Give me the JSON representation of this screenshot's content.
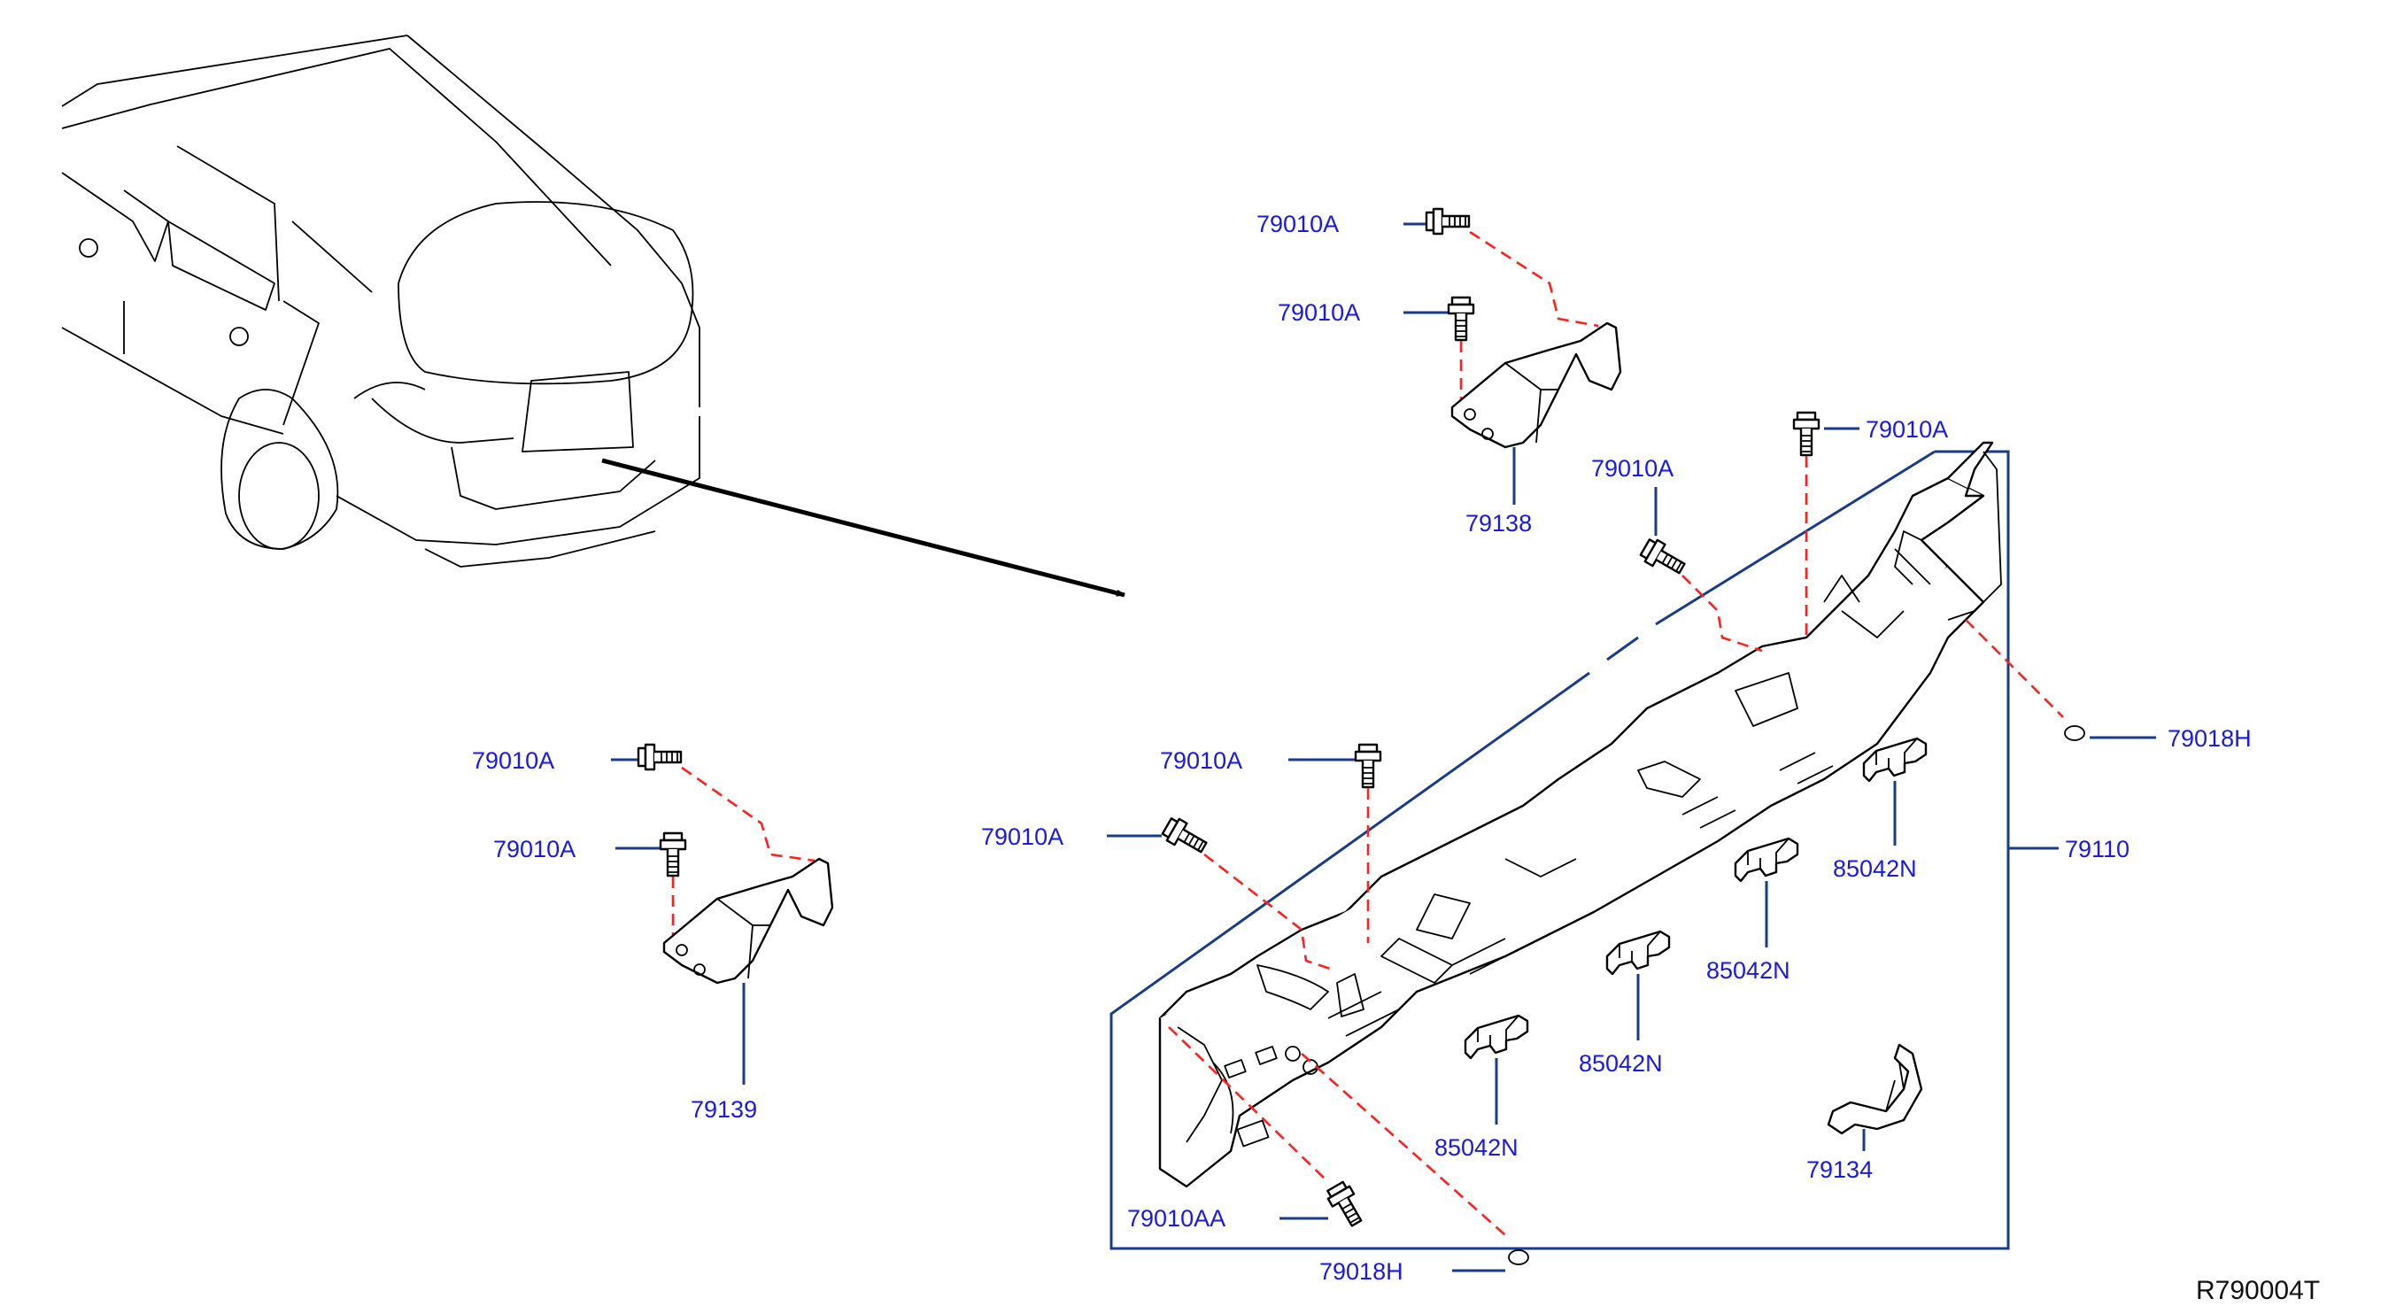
{
  "diagram_code": "R790004T",
  "labels": {
    "upper_bracket_bolt_a": "79010A",
    "upper_bracket_bolt_b": "79010A",
    "upper_bracket": "79138",
    "left_bracket_bolt_a": "79010A",
    "left_bracket_bolt_b": "79010A",
    "left_bracket": "79139",
    "member_bolt_top_right": "79010A",
    "member_bolt_mid": "79010A",
    "member_bolt_left_top": "79010A",
    "member_bolt_left_side": "79010A",
    "member_bolt_bottom": "79010AA",
    "plug_right": "79018H",
    "plug_bottom": "79018H",
    "rear_member_assembly": "79110",
    "clip_1": "85042N",
    "clip_2": "85042N",
    "clip_3": "85042N",
    "clip_4": "85042N",
    "bracket_small": "79134"
  }
}
